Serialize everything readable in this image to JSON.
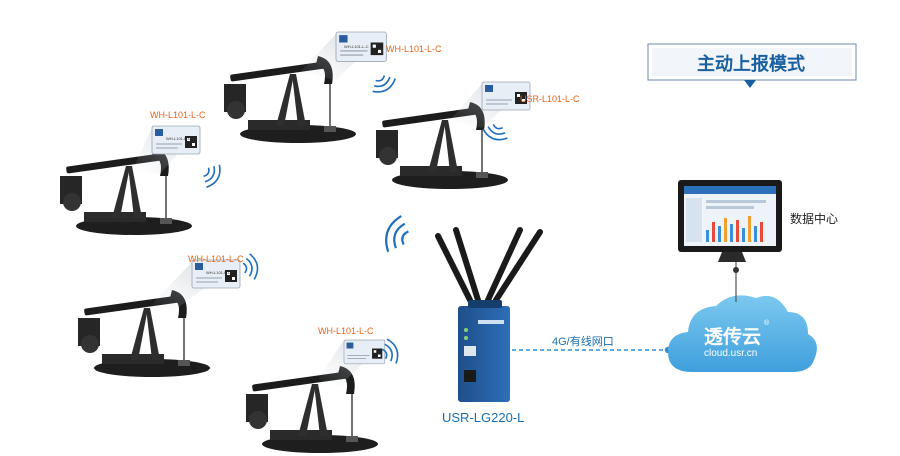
{
  "title": "主动上报模式",
  "modules": [
    {
      "label": "WH-L101-L-C",
      "board_text": "WH-L101-L-C"
    },
    {
      "label": "USR-L101-L-C",
      "board_text": ""
    },
    {
      "label": "WH-L101-L-C",
      "board_text": "WH-L101-L-C"
    },
    {
      "label": "WH-L101-L-C",
      "board_text": "WH-L101-L-C"
    },
    {
      "label": "WH-L101-L-C",
      "board_text": ""
    }
  ],
  "gateway": {
    "label": "USR-LG220-L"
  },
  "link": {
    "label": "4G/有线网口"
  },
  "cloud": {
    "name": "透传云",
    "url": "cloud.usr.cn",
    "mark": "®"
  },
  "datacenter": {
    "label": "数据中心"
  },
  "colors": {
    "accent": "#1a6fb3",
    "module_label": "#e8641b",
    "cloud": "#4fb0e6",
    "title_bar": "#1a5fa0"
  }
}
